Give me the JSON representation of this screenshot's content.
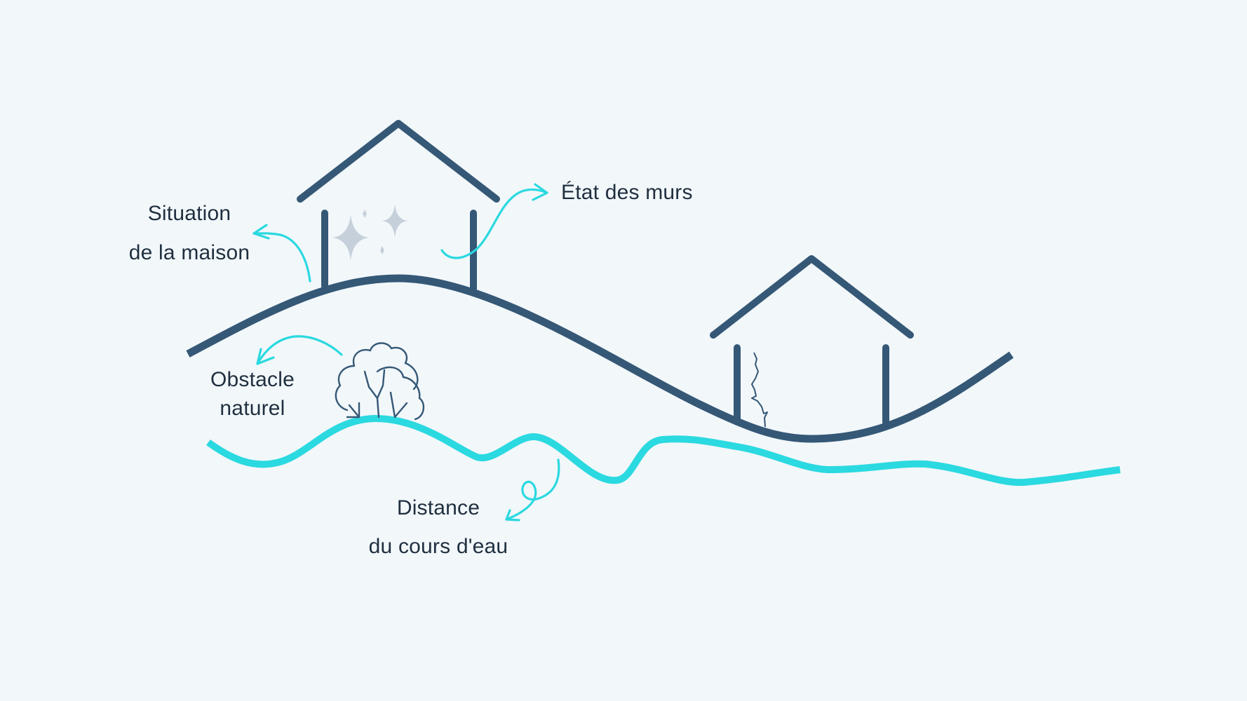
{
  "diagram": {
    "type": "illustration",
    "colors": {
      "background": "#f2f7fa",
      "structure": "#355876",
      "accent": "#2bd9e0",
      "sparkle": "#c5d0da",
      "text": "#1f2f3f"
    },
    "labels": {
      "house_situation": {
        "line1": "Situation",
        "line2": "de la maison"
      },
      "wall_state": {
        "line1": "État des murs"
      },
      "natural_obstacle": {
        "line1": "Obstacle",
        "line2": "naturel"
      },
      "river_distance": {
        "line1": "Distance",
        "line2": "du cours d'eau"
      }
    },
    "elements": [
      {
        "name": "hill",
        "description": "curved ground line"
      },
      {
        "name": "house-on-hill",
        "description": "house with sparkles (good condition)"
      },
      {
        "name": "house-in-valley",
        "description": "house with cracked wall"
      },
      {
        "name": "bush",
        "description": "natural obstacle trees"
      },
      {
        "name": "river",
        "description": "wavy watercourse"
      }
    ]
  }
}
